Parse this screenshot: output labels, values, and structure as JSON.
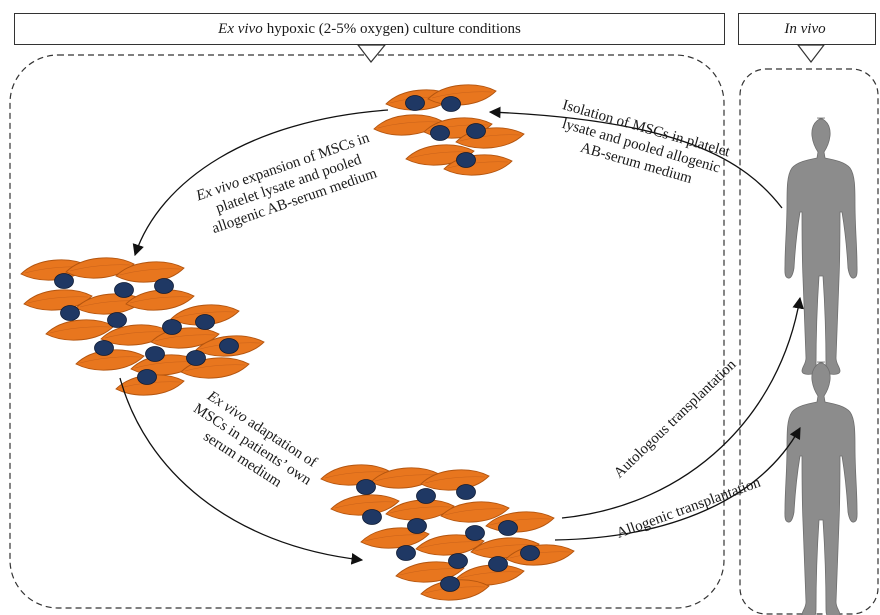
{
  "banners": {
    "ex_vivo": {
      "italic": "Ex vivo",
      "rest": "hypoxic (2-5% oxygen) culture conditions"
    },
    "in_vivo": {
      "italic": "In vivo"
    }
  },
  "labels": {
    "isolation": [
      "Isolation of MSCs in platelet",
      "lysate and pooled allogenic",
      "AB-serum medium"
    ],
    "expansion": {
      "italic": "Ex vivo",
      "line1_rest": " expansion of MSCs in",
      "line2": "platelet lysate and pooled",
      "line3": "allogenic AB-serum medium"
    },
    "adaptation": {
      "italic": "Ex vivo",
      "line1_rest": " adaptation of",
      "line2": "MSCs  in patients’ own",
      "line3": "serum medium"
    },
    "autologous": "Autologous transplantation",
    "allogenic": "Allogenic transplantation"
  },
  "colors": {
    "cell_fill": "#E8761E",
    "cell_stroke": "#B3540E",
    "nucleus": "#1F3864",
    "human": "#8C8C8C",
    "arrow": "#111111"
  },
  "icons": [
    "human-silhouette-icon",
    "cell-cluster-icon"
  ]
}
